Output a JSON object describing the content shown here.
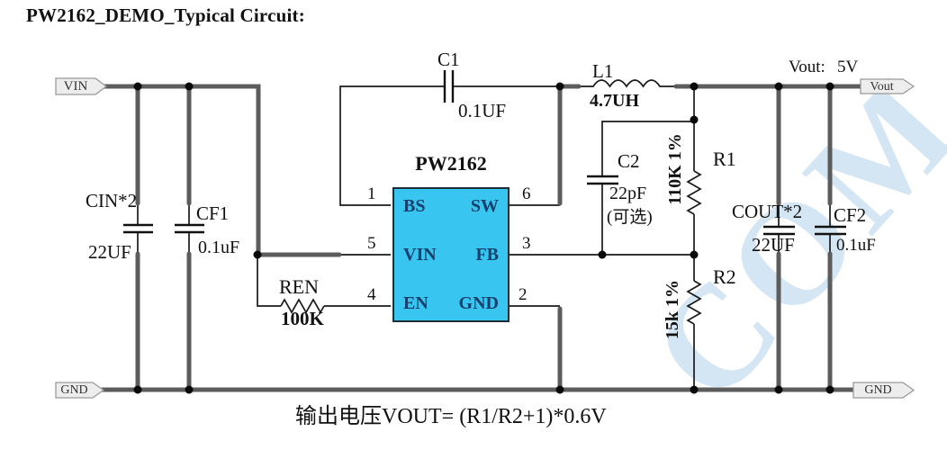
{
  "title": "PW2162_DEMO_Typical Circuit:",
  "formula": "输出电压VOUT= (R1/R2+1)*0.6V",
  "watermark": "COM",
  "tags": {
    "vin": "VIN",
    "gnd_left": "GND",
    "vout": "Vout",
    "gnd_right": "GND"
  },
  "output": {
    "label": "Vout:",
    "value": "5V"
  },
  "ic": {
    "name": "PW2162",
    "fill_color": "#38c5ef",
    "pins": {
      "bs": "BS",
      "sw": "SW",
      "vin": "VIN",
      "fb": "FB",
      "en": "EN",
      "gnd": "GND"
    },
    "pin_numbers": {
      "bs": "1",
      "sw": "6",
      "vin": "5",
      "fb": "3",
      "en": "4",
      "gnd": "2"
    }
  },
  "components": {
    "cin": {
      "name": "CIN*2",
      "value": "22UF"
    },
    "cf1": {
      "name": "CF1",
      "value": "0.1uF"
    },
    "c1": {
      "name": "C1",
      "value": "0.1UF"
    },
    "l1": {
      "name": "L1",
      "value": "4.7UH"
    },
    "c2": {
      "name": "C2",
      "value": "22pF",
      "note": "(可选)"
    },
    "r1": {
      "name": "R1",
      "value": "110K 1%"
    },
    "r2": {
      "name": "R2",
      "value": "15k 1%"
    },
    "ren": {
      "name": "REN",
      "value": "100K"
    },
    "cout": {
      "name": "COUT*2",
      "value": "22UF"
    },
    "cf2": {
      "name": "CF2",
      "value": "0.1uF"
    }
  }
}
